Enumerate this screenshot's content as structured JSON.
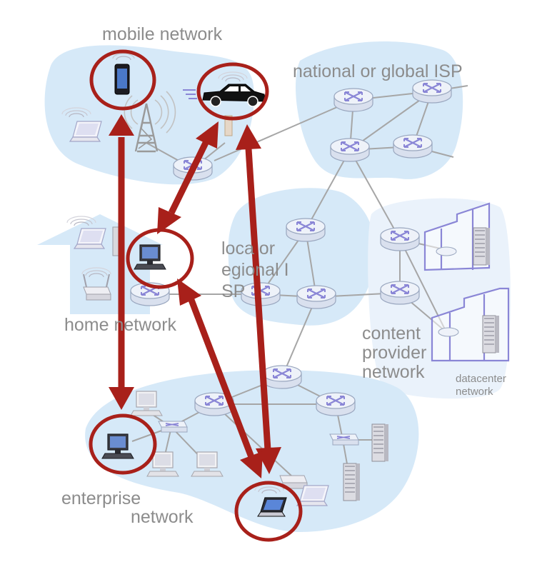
{
  "labels": {
    "mobile_network": "mobile network",
    "national_isp": "national or global ISP",
    "regional_isp_line1": "loca  or",
    "regional_isp_line2": "egional I",
    "regional_isp_line3": "SP",
    "home_network": "home network",
    "content_provider_line1": "content",
    "content_provider_line2": "provider",
    "content_provider_line3": "network",
    "datacenter_line1": "datacenter",
    "datacenter_line2": "network",
    "enterprise_line1": "enterprise",
    "enterprise_line2": "network"
  },
  "colors": {
    "region_fill": "#d6e9f8",
    "datacenter_fill": "#eaf2fb",
    "router_fill": "#e9eef7",
    "router_stroke": "#9aa7bf",
    "router_arrows": "#8a86d6",
    "link": "#a6a6a6",
    "highlight": "#a8201a",
    "label": "#8c8c8c"
  },
  "icons": [
    "router-icon",
    "laptop-icon",
    "desktop-icon",
    "phone-icon",
    "car-icon",
    "cell-tower-icon",
    "server-icon",
    "datacenter-building-icon",
    "wifi-ap-icon"
  ]
}
